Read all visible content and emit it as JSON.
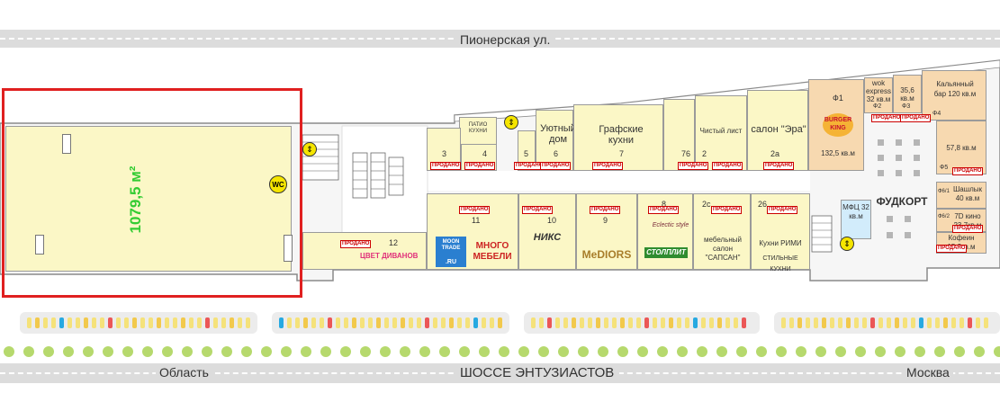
{
  "streets": {
    "top": "Пионерская ул.",
    "bottom": "ШОССЕ ЭНТУЗИАСТОВ",
    "left_direction": "Область",
    "right_direction": "Москва"
  },
  "highlighted_unit": {
    "area": "1079,5 м²"
  },
  "wc_label": "WC",
  "lift_glyph": "⇕",
  "sold_label": "ПРОДАНО",
  "top_row": {
    "patio": "ПАТИО КУХНИ",
    "u3": "3",
    "u4": "4",
    "u5": "5",
    "u6": "6",
    "u6_name": "Уютный дом",
    "u7": "7",
    "u7_name": "Графские кухни",
    "u76": "76",
    "u2": "2",
    "u2_name": "Чистый лист",
    "u2a": "2а",
    "u2a_name": "салон \"Эра\""
  },
  "bottom_row": {
    "u12": "12",
    "u12_name": "ЦВЕТ ДИВАНОВ",
    "u11": "11",
    "u11_name_1": "MOON TRADE",
    "u11_name_1b": ".RU",
    "u11_name_2": "МНОГО МЕБЕЛИ",
    "u10": "10",
    "u10_name": "НИКС",
    "u9": "9",
    "u9_name": "MeDIORS",
    "u8": "8",
    "u8_name_1": "Eclectic style",
    "u8_name_2": "СТОЛПЛИТ",
    "u2c": "2с",
    "u2c_name": "мебельный салон \"САПСАН\"",
    "u26": "26",
    "u26_name_1": "Кухни РИМИ",
    "u26_name_2": "СТИЛЬНЫЕ КУХНИ"
  },
  "foodcourt": {
    "title": "ФУДКОРТ",
    "f1": "Ф1",
    "f1_brand": "BURGER KING",
    "f1_area": "132,5 кв.м",
    "f2": "Ф2",
    "f2_name": "wok express 32 кв.м",
    "f3": "Ф3",
    "f3_area": "35,6 кв.м",
    "f4": "Ф4",
    "f4_name": "Кальянный бар 120 кв.м",
    "f5": "Ф5",
    "f5_area": "57,8 кв.м",
    "f6_1": "Ф6/1",
    "f6_1_name": "Шашлык 40 кв.м",
    "f6_2": "Ф6/2",
    "f6_2_name": "7D кино 23,7кв.м",
    "kofein": "Кофеин 15,3кв.м",
    "mfc": "МФЦ 32 кв.м"
  },
  "colors": {
    "unit_fill": "#fbf7c6",
    "foodcourt_fill": "#f7d9b0",
    "highlight_border": "#e02020",
    "area_text": "#33cc33",
    "sold": "#cc0000",
    "road": "#dcdcdc",
    "tree": "#b6d96d"
  }
}
